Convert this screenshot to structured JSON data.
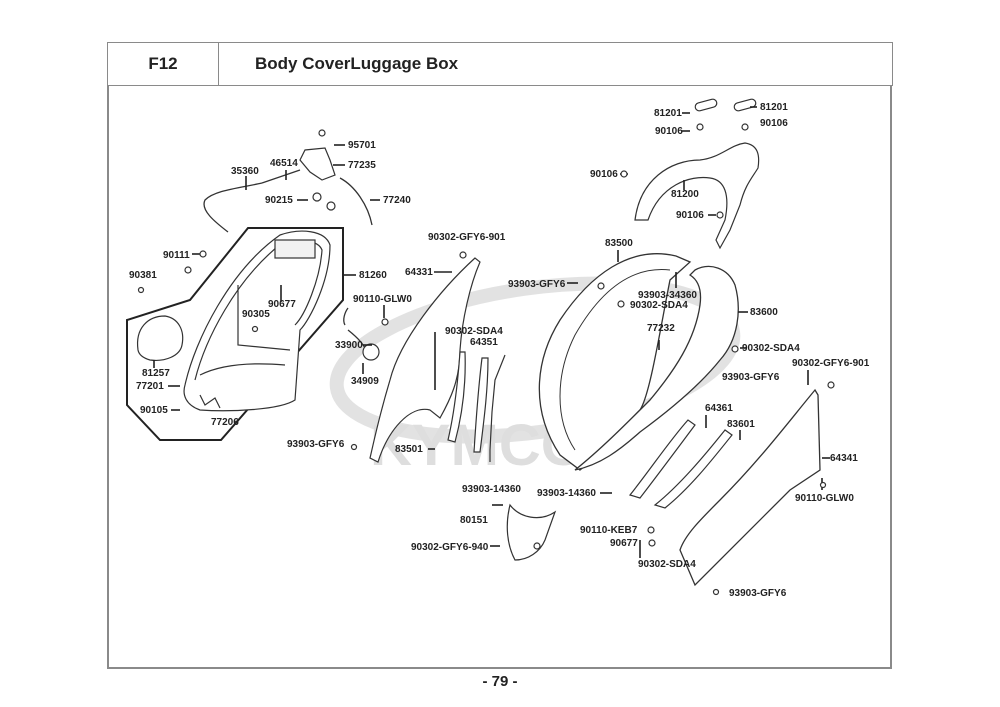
{
  "header": {
    "section_code": "F12",
    "title": "Body CoverLuggage Box"
  },
  "footer": {
    "page_number": "- 79 -"
  },
  "watermark": "KYMCO",
  "parts": [
    {
      "id": "p0",
      "number": "95701"
    },
    {
      "id": "p1",
      "number": "46514"
    },
    {
      "id": "p2",
      "number": "77235"
    },
    {
      "id": "p3",
      "number": "35360"
    },
    {
      "id": "p4",
      "number": "90215"
    },
    {
      "id": "p5",
      "number": "77240"
    },
    {
      "id": "p6",
      "number": "90111"
    },
    {
      "id": "p7",
      "number": "90381"
    },
    {
      "id": "p8",
      "number": "81260"
    },
    {
      "id": "p9",
      "number": "90677"
    },
    {
      "id": "p10",
      "number": "90305"
    },
    {
      "id": "p11",
      "number": "81257"
    },
    {
      "id": "p12",
      "number": "77201"
    },
    {
      "id": "p13",
      "number": "90105"
    },
    {
      "id": "p14",
      "number": "77206"
    },
    {
      "id": "p15",
      "number": "90302-GFY6-901"
    },
    {
      "id": "p16",
      "number": "64331"
    },
    {
      "id": "p17",
      "number": "90110-GLW0"
    },
    {
      "id": "p18",
      "number": "33900"
    },
    {
      "id": "p19",
      "number": "34909"
    },
    {
      "id": "p20",
      "number": "90302-SDA4"
    },
    {
      "id": "p21",
      "number": "64351"
    },
    {
      "id": "p22",
      "number": "93903-GFY6"
    },
    {
      "id": "p23",
      "number": "83501"
    },
    {
      "id": "p24",
      "number": "93903-14360"
    },
    {
      "id": "p25",
      "number": "80151"
    },
    {
      "id": "p26",
      "number": "90302-GFY6-940"
    },
    {
      "id": "p27",
      "number": "81201"
    },
    {
      "id": "p28",
      "number": "81201"
    },
    {
      "id": "p29",
      "number": "90106"
    },
    {
      "id": "p30",
      "number": "90106"
    },
    {
      "id": "p31",
      "number": "90106"
    },
    {
      "id": "p32",
      "number": "81200"
    },
    {
      "id": "p33",
      "number": "90106"
    },
    {
      "id": "p34",
      "number": "83500"
    },
    {
      "id": "p35",
      "number": "93903-GFY6"
    },
    {
      "id": "p36",
      "number": "93903-34360"
    },
    {
      "id": "p37",
      "number": "90302-SDA4"
    },
    {
      "id": "p38",
      "number": "77232"
    },
    {
      "id": "p39",
      "number": "83600"
    },
    {
      "id": "p40",
      "number": "90302-SDA4"
    },
    {
      "id": "p41",
      "number": "93903-GFY6"
    },
    {
      "id": "p42",
      "number": "90302-GFY6-901"
    },
    {
      "id": "p43",
      "number": "64361"
    },
    {
      "id": "p44",
      "number": "83601"
    },
    {
      "id": "p45",
      "number": "64341"
    },
    {
      "id": "p46",
      "number": "90110-GLW0"
    },
    {
      "id": "p47",
      "number": "93903-14360"
    },
    {
      "id": "p48",
      "number": "90110-KEB7"
    },
    {
      "id": "p49",
      "number": "90677"
    },
    {
      "id": "p50",
      "number": "90302-SDA4"
    },
    {
      "id": "p51",
      "number": "93903-GFY6"
    }
  ]
}
